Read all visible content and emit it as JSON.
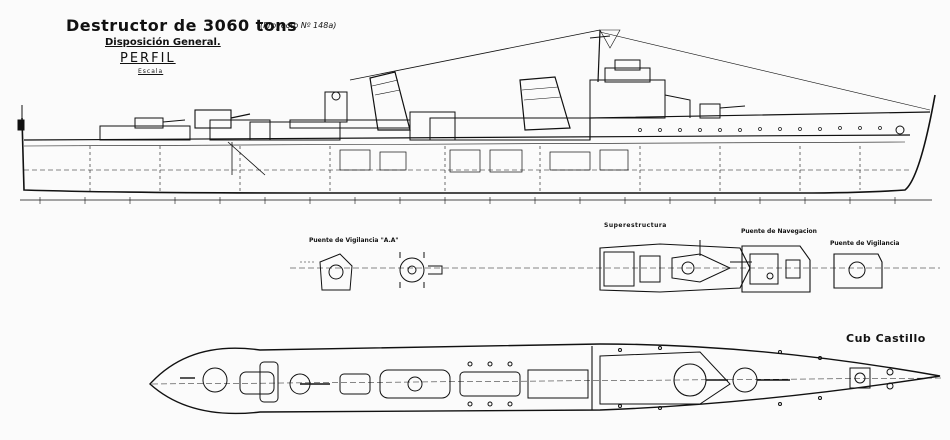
{
  "drawing": {
    "title": "Destructor de 3060 tons",
    "project_note": "(Proyecto Nº 148a)",
    "subtitle": "Disposición General.",
    "view_name": "PERFIL",
    "scale_label": "Escala"
  },
  "plan_labels": {
    "aa_platform": "Puente de Vigilancia \"A.A\"",
    "superstructure": "Superestructura",
    "navigation_bridge": "Puente de Navegacion",
    "watch_bridge": "Puente de Vigilancia",
    "forecastle_deck": "Cub Castillo"
  },
  "colors": {
    "ink": "#111111",
    "paper": "#fbfbfb"
  }
}
